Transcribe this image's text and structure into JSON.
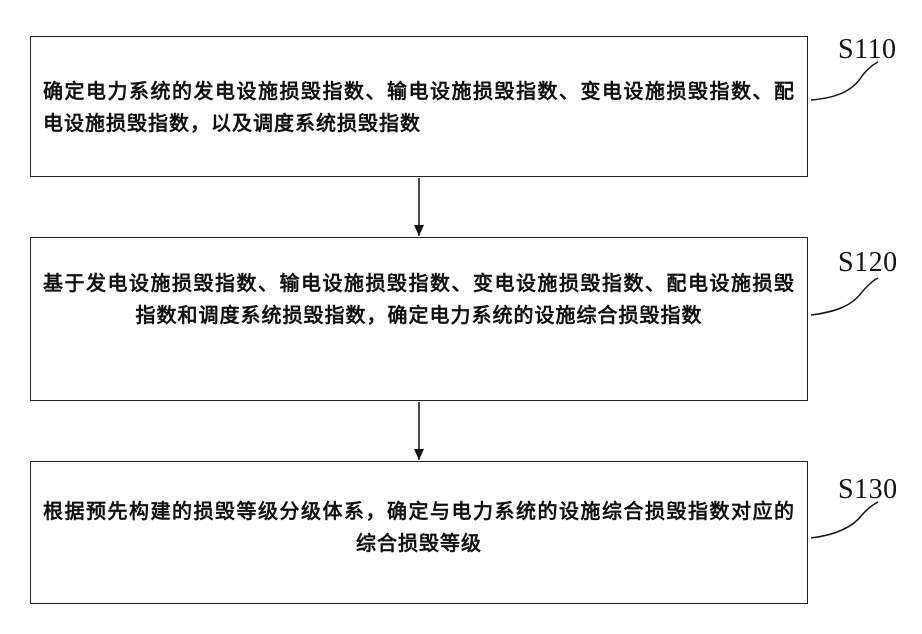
{
  "steps": [
    {
      "id": "S110",
      "text": "确定电力系统的发电设施损毁指数、输电设施损毁指数、变电设施损毁指数、配电设施损毁指数，以及调度系统损毁指数"
    },
    {
      "id": "S120",
      "text": "基于发电设施损毁指数、输电设施损毁指数、变电设施损毁指数、配电设施损毁指数和调度系统损毁指数，确定电力系统的设施综合损毁指数"
    },
    {
      "id": "S130",
      "text": "根据预先构建的损毁等级分级体系，确定与电力系统的设施综合损毁指数对应的综合损毁等级"
    }
  ]
}
